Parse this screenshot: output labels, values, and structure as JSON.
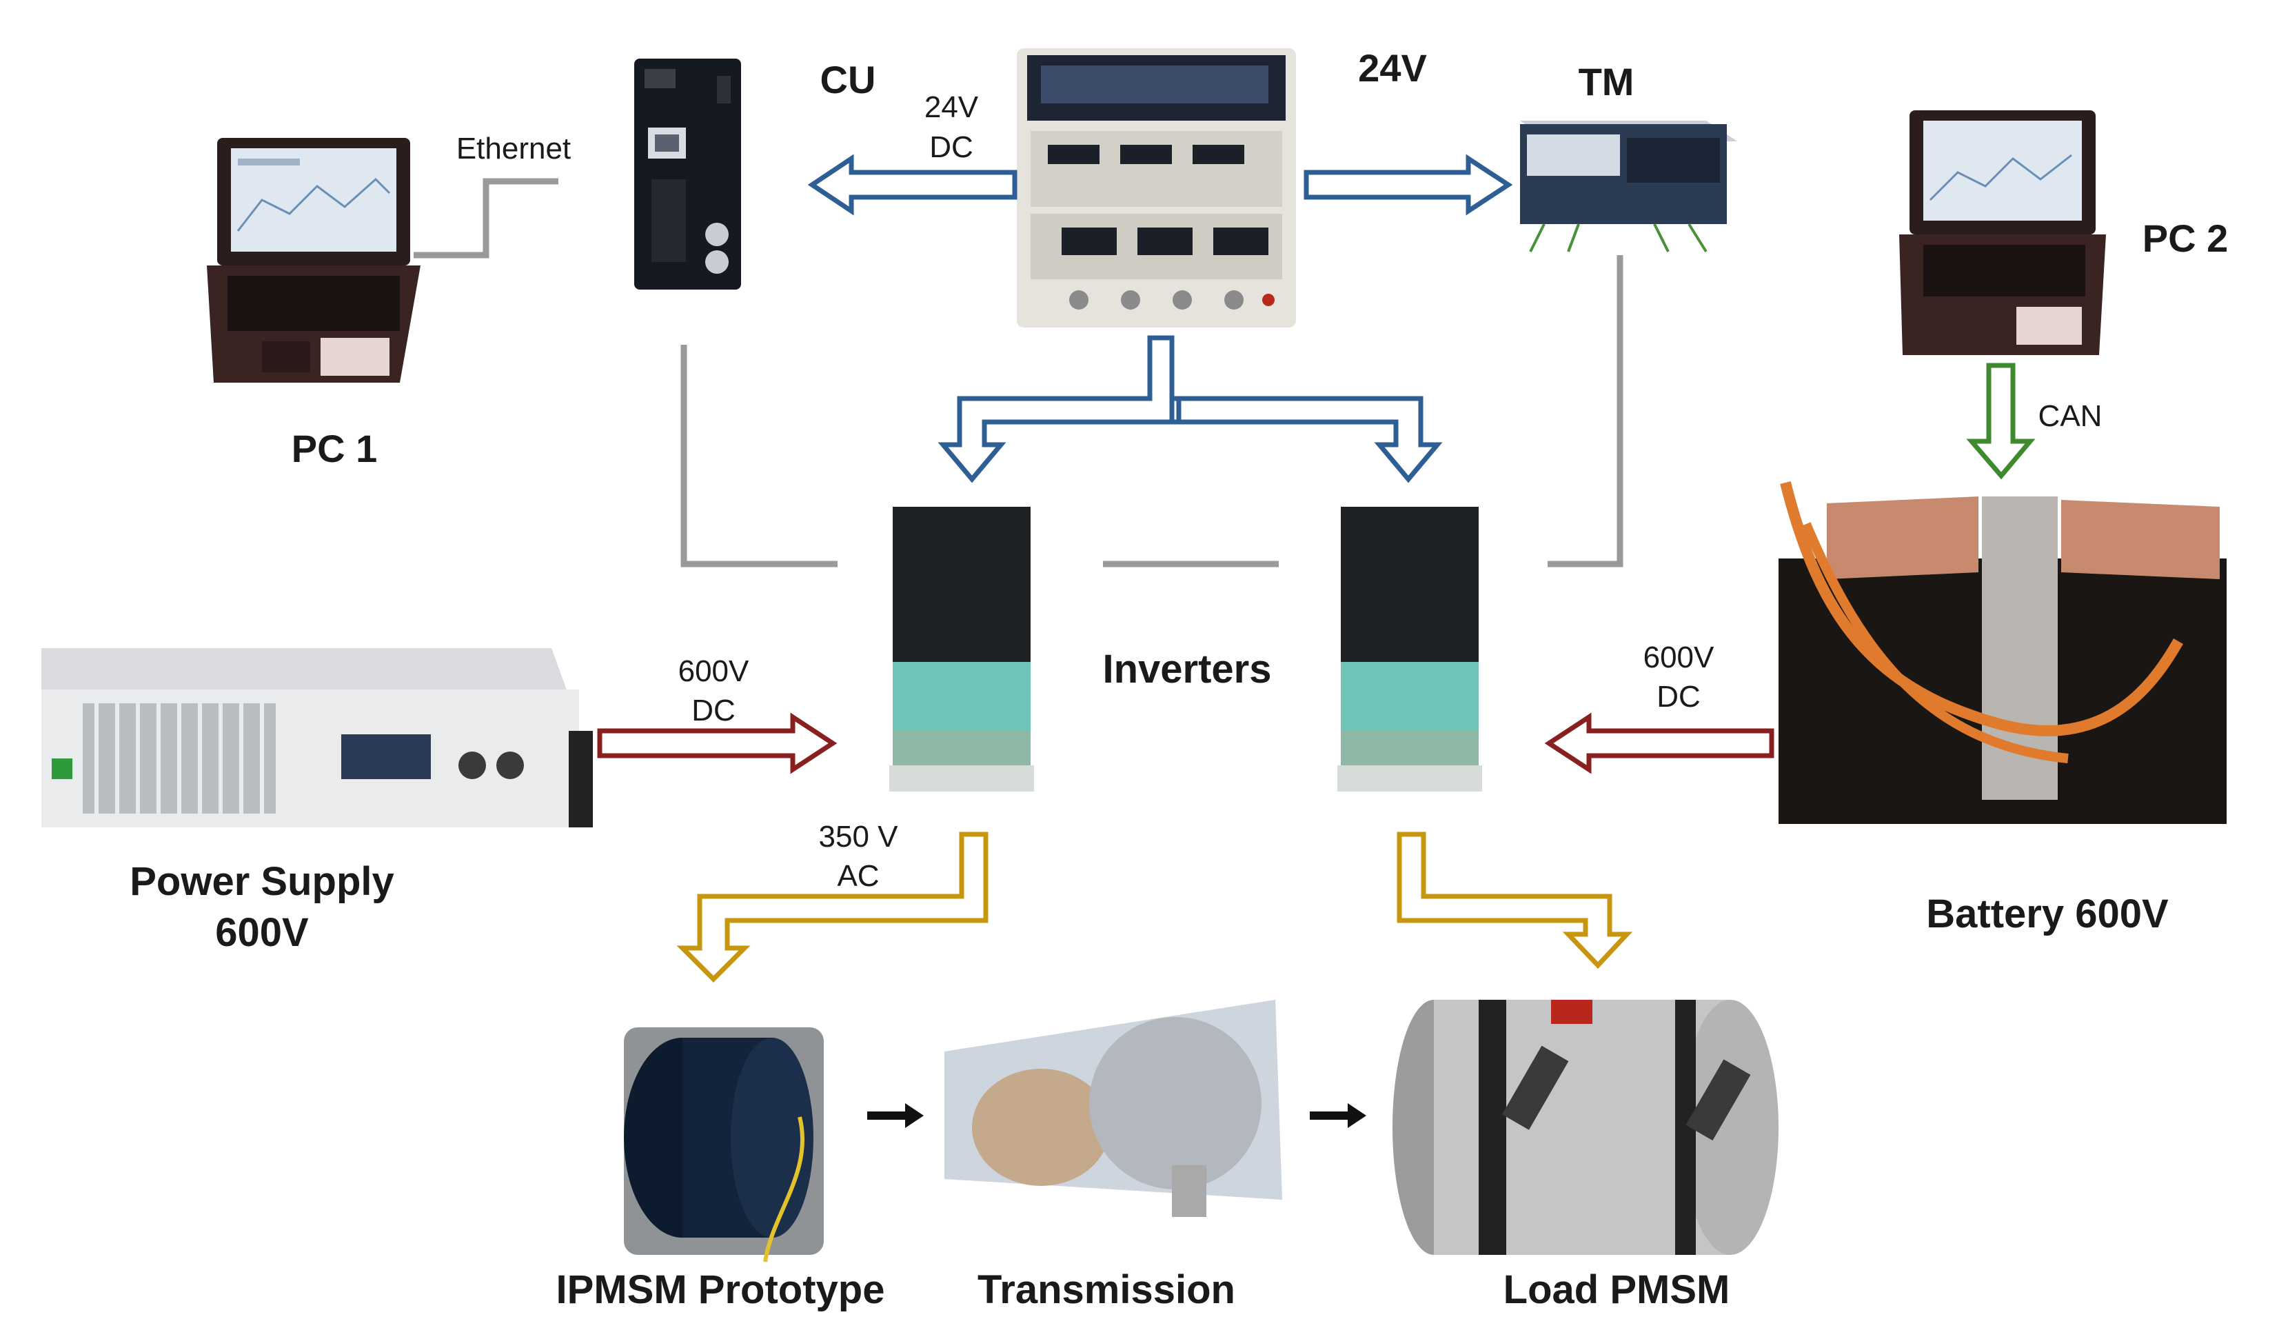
{
  "devices": {
    "pc1": "PC 1",
    "pc2": "PC 2",
    "cu": "CU",
    "supply_24v": "24V",
    "tm": "TM",
    "inverters": "Inverters",
    "power_supply_line1": "Power Supply",
    "power_supply_line2": "600V",
    "battery": "Battery 600V",
    "ipmsm": "IPMSM Prototype",
    "transmission": "Transmission",
    "load": "Load PMSM"
  },
  "links": {
    "ethernet": "Ethernet",
    "can": "CAN",
    "dc24_line1": "24V",
    "dc24_line2": "DC",
    "dc600_left_line1": "600V",
    "dc600_left_line2": "DC",
    "dc600_right_line1": "600V",
    "dc600_right_line2": "DC",
    "ac350_line1": "350 V",
    "ac350_line2": "AC"
  },
  "colors": {
    "dc24_arrow": "#2e5f94",
    "dc600_arrow": "#8a1f1f",
    "ac_arrow": "#c8950f",
    "can_arrow": "#3f8a2e",
    "signal_line": "#9a9a9a"
  }
}
